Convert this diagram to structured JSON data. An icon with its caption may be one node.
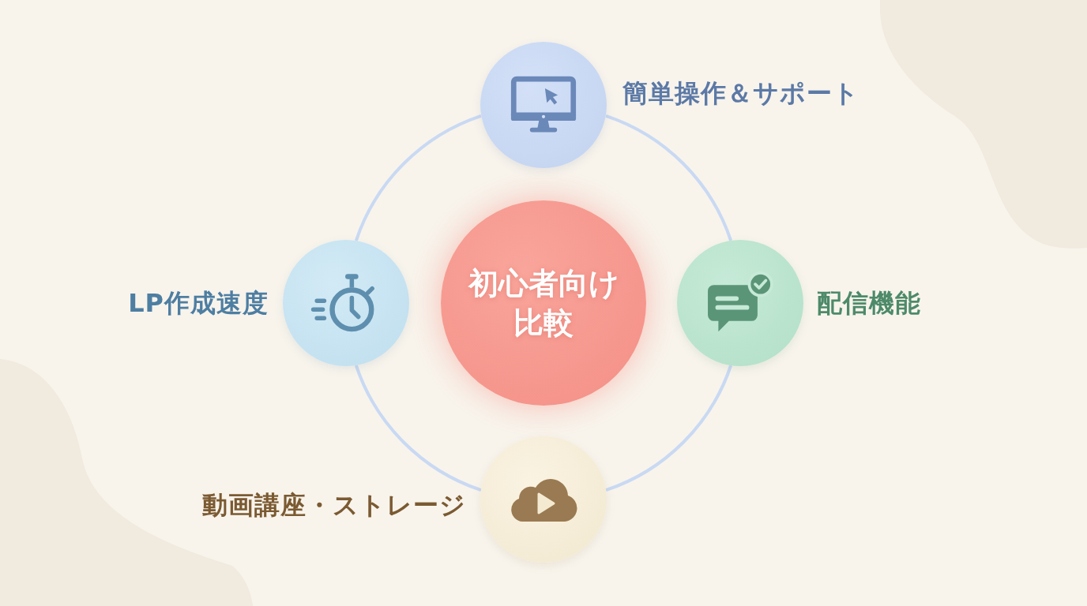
{
  "diagram": {
    "nodes": [
      {
        "text": [],
        "shape": "circle",
        "beside": [
          "簡単操作＆サポート"
        ]
      },
      {
        "text": [],
        "shape": "circle",
        "beside": [
          "LP作成速度"
        ]
      },
      {
        "text": [
          "初心者向け比較"
        ]
      },
      {
        "text": [],
        "shape": "circle",
        "beside": [
          "配信機能"
        ]
      },
      {
        "text": [],
        "shape": "circle",
        "beside": [
          "動画講座・ストレージ"
        ]
      }
    ],
    "edges": [
      {
        "from": 0,
        "to": 3,
        "arrow": "none"
      },
      {
        "from": 3,
        "to": 4,
        "arrow": "none"
      },
      {
        "from": 4,
        "to": 1,
        "arrow": "none"
      },
      {
        "from": 1,
        "to": 0,
        "arrow": "none"
      }
    ]
  }
}
